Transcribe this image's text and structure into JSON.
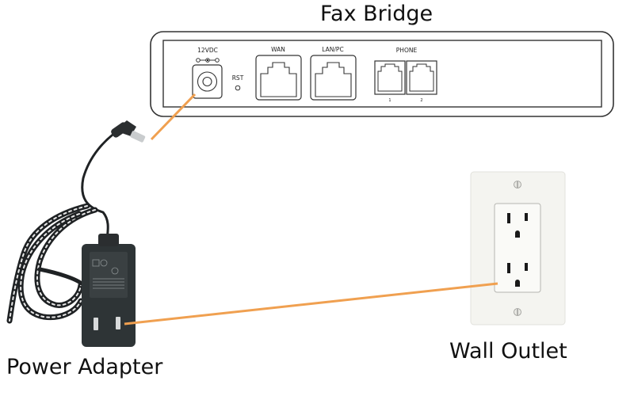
{
  "diagram": {
    "title": "Fax Bridge",
    "device": {
      "ports": {
        "power": "12VDC",
        "reset": "RST",
        "wan": "WAN",
        "lan": "LAN/PC",
        "phone": "PHONE",
        "phone_1": "1",
        "phone_2": "2"
      }
    },
    "components": {
      "power_adapter": "Power Adapter",
      "wall_outlet": "Wall Outlet"
    },
    "connections": [
      {
        "from": "power_adapter_plug",
        "to": "12VDC"
      },
      {
        "from": "power_adapter_prongs",
        "to": "wall_outlet"
      }
    ],
    "colors": {
      "connector_line": "#f0a050",
      "outline": "#222222",
      "adapter": "#2e3436",
      "outlet_plate": "#f4f4f0"
    }
  }
}
